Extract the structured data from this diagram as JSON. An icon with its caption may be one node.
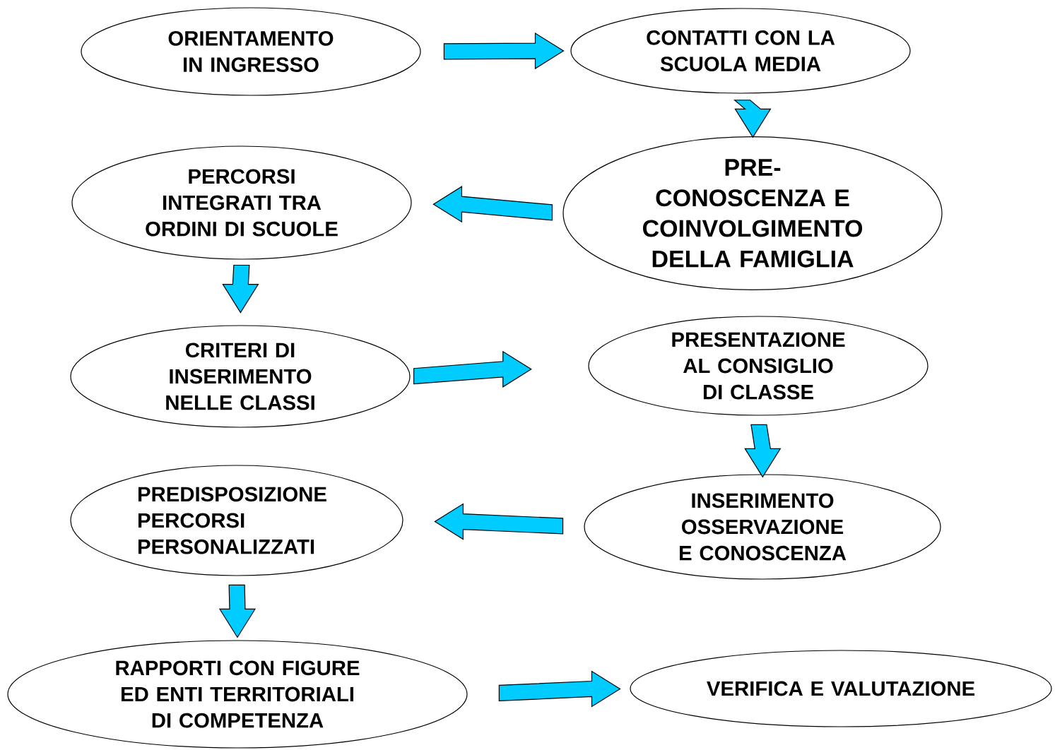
{
  "diagram": {
    "nodes": [
      {
        "text": [
          "ORIENTAMENTO IN INGRESSO"
        ]
      },
      {
        "text": [
          "CONTATTI CON LA SCUOLA MEDIA"
        ]
      },
      {
        "text": [
          "PERCORSI INTEGRATI TRA ORDINI DI SCUOLE"
        ]
      },
      {
        "text": [
          "PRE-CONOSCENZA E COINVOLGIMENTO DELLA FAMIGLIA"
        ]
      },
      {
        "text": [
          "CRITERI DI INSERIMENTO NELLE CLASSI"
        ]
      },
      {
        "text": [
          "PRESENTAZIONE AL CONSIGLIO DI CLASSE"
        ]
      },
      {
        "text": [
          "PREDISPOSIZIONE PERCORSI PERSONALIZZATI"
        ]
      },
      {
        "text": [
          "INSERIMENTO OSSERVAZIONE E CONOSCENZA"
        ]
      },
      {
        "text": [
          "RAPPORTI CON FIGURE ED ENTI TERRITORIALI DI COMPETENZA"
        ]
      },
      {
        "text": [
          "VERIFICA E VALUTAZIONE"
        ]
      }
    ],
    "edges": [
      {
        "from": 0,
        "to": 1,
        "arrow": "to"
      },
      {
        "from": 1,
        "to": 3,
        "arrow": "to"
      },
      {
        "from": 3,
        "to": 2,
        "arrow": "to"
      },
      {
        "from": 2,
        "to": 4,
        "arrow": "to"
      },
      {
        "from": 4,
        "to": 5,
        "arrow": "to"
      },
      {
        "from": 5,
        "to": 7,
        "arrow": "to"
      },
      {
        "from": 7,
        "to": 6,
        "arrow": "to"
      },
      {
        "from": 6,
        "to": 8,
        "arrow": "to"
      },
      {
        "from": 8,
        "to": 9,
        "arrow": "to"
      }
    ]
  }
}
